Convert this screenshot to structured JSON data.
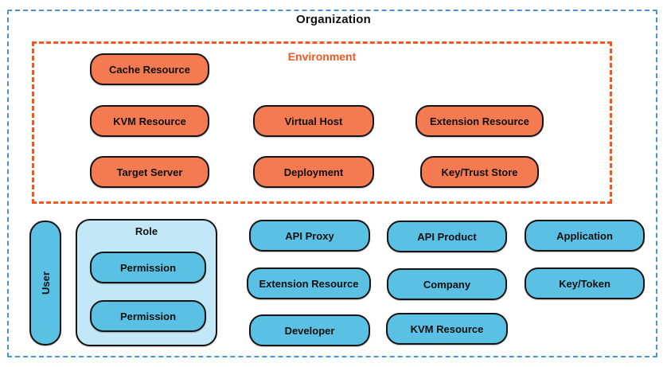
{
  "organization": {
    "label": "Organization"
  },
  "environment": {
    "label": "Environment",
    "pills": [
      {
        "label": "Cache Resource"
      },
      {
        "label": "KVM Resource"
      },
      {
        "label": "Virtual Host"
      },
      {
        "label": "Extension Resource"
      },
      {
        "label": "Target Server"
      },
      {
        "label": "Deployment"
      },
      {
        "label": "Key/Trust Store"
      }
    ]
  },
  "org_level": {
    "user": {
      "label": "User"
    },
    "role": {
      "label": "Role",
      "permissions": [
        {
          "label": "Permission"
        },
        {
          "label": "Permission"
        }
      ]
    },
    "pills": [
      {
        "label": "API Proxy"
      },
      {
        "label": "API Product"
      },
      {
        "label": "Application"
      },
      {
        "label": "Extension Resource"
      },
      {
        "label": "Company"
      },
      {
        "label": "Key/Token"
      },
      {
        "label": "Developer"
      },
      {
        "label": "KVM Resource"
      }
    ]
  },
  "colors": {
    "organization_border": "#4a92d6",
    "environment_border": "#f4581f",
    "environment_label": "#f4581f",
    "environment_pill_fill": "#f47b51",
    "organization_pill_fill": "#5bc1e4",
    "role_container_fill": "#c2e7f6",
    "pill_outline": "#141414",
    "title_text": "#111111"
  }
}
